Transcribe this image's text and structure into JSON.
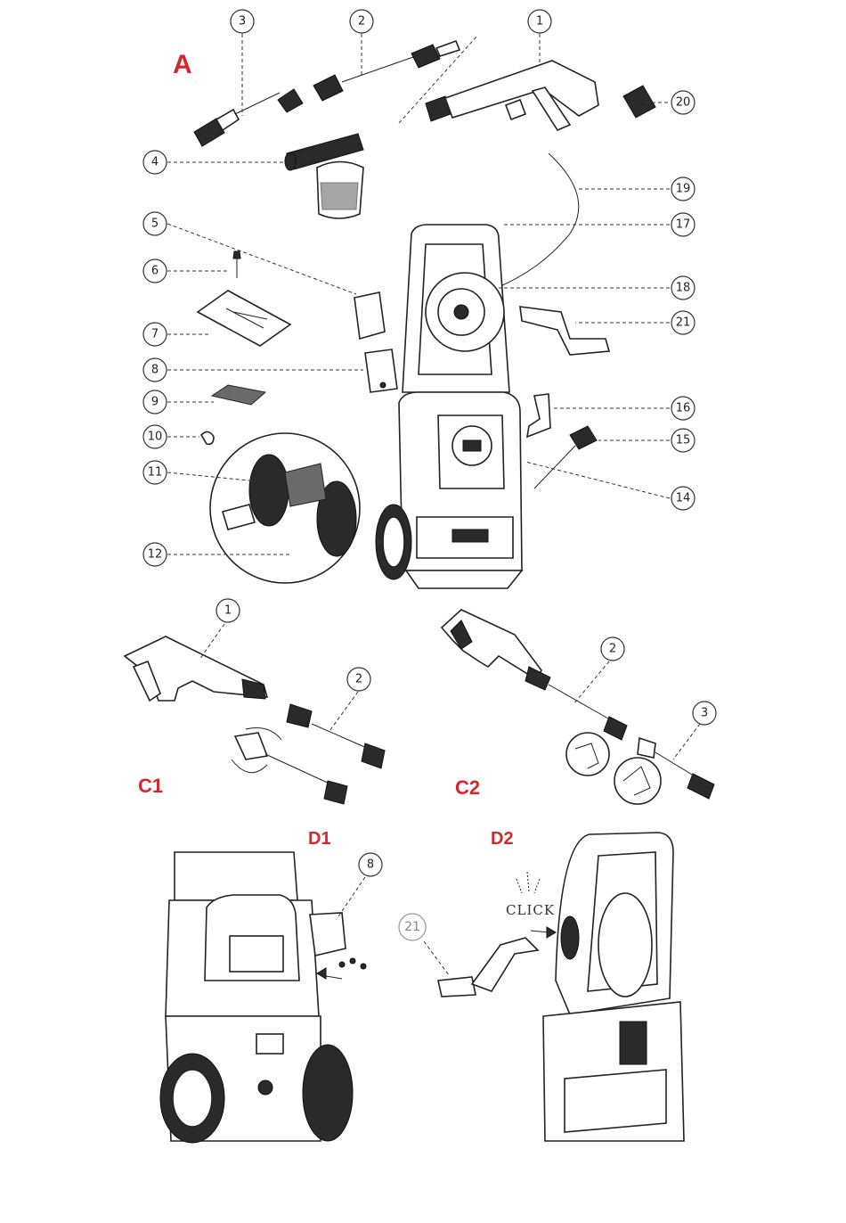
{
  "section_labels": {
    "a": "A",
    "c1": "C1",
    "c2": "C2",
    "d1": "D1",
    "d2": "D2"
  },
  "callouts": {
    "c1": "1",
    "c2": "2",
    "c3": "3",
    "c4": "4",
    "c5": "5",
    "c6": "6",
    "c7": "7",
    "c8": "8",
    "c9": "9",
    "c10": "10",
    "c11": "11",
    "c12": "12",
    "c14": "14",
    "c15": "15",
    "c16": "16",
    "c17": "17",
    "c18": "18",
    "c19": "19",
    "c20": "20",
    "c21": "21",
    "c1_c1": "1",
    "c1_c2": "2",
    "c2_c2": "2",
    "c2_c3": "3",
    "d1_c8": "8",
    "d2_c21": "21"
  },
  "click_text": "CLICK",
  "colors": {
    "label_red": "#d9262b",
    "line": "#222222",
    "callout_gray": "#888888"
  }
}
